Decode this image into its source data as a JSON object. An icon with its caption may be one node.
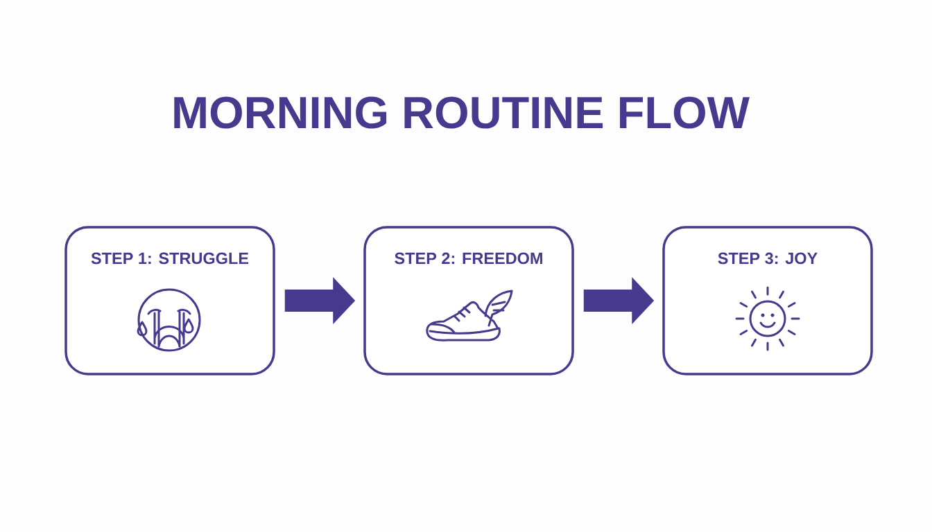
{
  "diagram": {
    "title": "MORNING ROUTINE FLOW",
    "nodes": [
      {
        "text": [
          "STEP 1: STRUGGLE"
        ]
      },
      {
        "text": [
          "STEP 2: FREEDOM"
        ]
      },
      {
        "text": [
          "STEP 3: JOY"
        ]
      }
    ],
    "edges": [
      {
        "from": 0,
        "to": 1,
        "arrow": "to"
      },
      {
        "from": 1,
        "to": 2,
        "arrow": "to"
      }
    ]
  }
}
